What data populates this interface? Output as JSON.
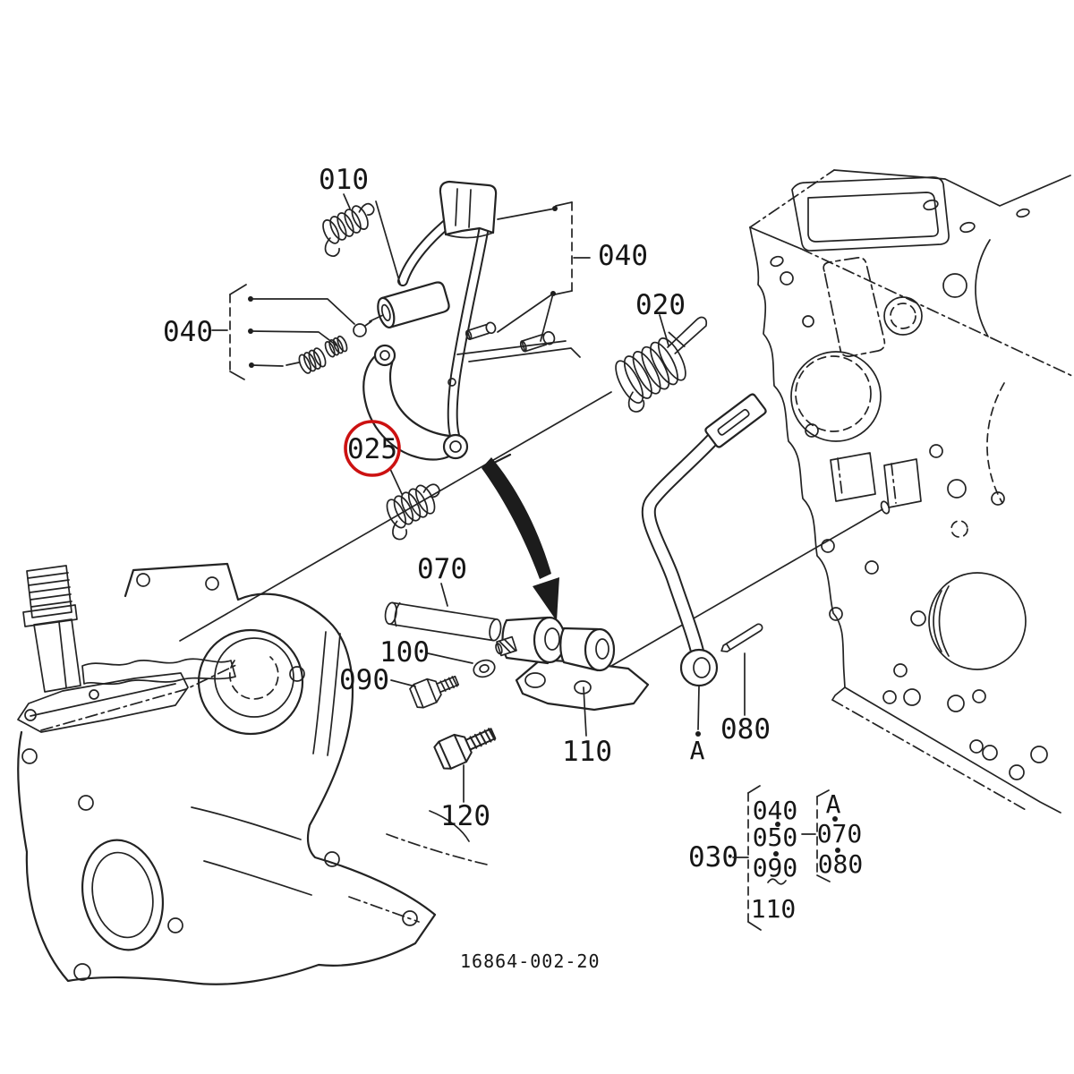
{
  "diagram_type": "exploded-parts-diagram",
  "drawing_number": "16864-002-20",
  "colors": {
    "line": "#232323",
    "background": "#ffffff",
    "highlight": "#cc1111"
  },
  "highlight": {
    "part": "025"
  },
  "callouts": {
    "c010": "010",
    "c040_left": "040",
    "c040_right": "040",
    "c020": "020",
    "c025": "025",
    "c070": "070",
    "c100": "100",
    "c090": "090",
    "c110": "110",
    "c080": "080",
    "cA": "A",
    "c120": "120"
  },
  "legend": {
    "group": "030",
    "column1": [
      "040",
      "050",
      "090",
      "110"
    ],
    "column2": [
      "A",
      "070",
      "080"
    ]
  }
}
